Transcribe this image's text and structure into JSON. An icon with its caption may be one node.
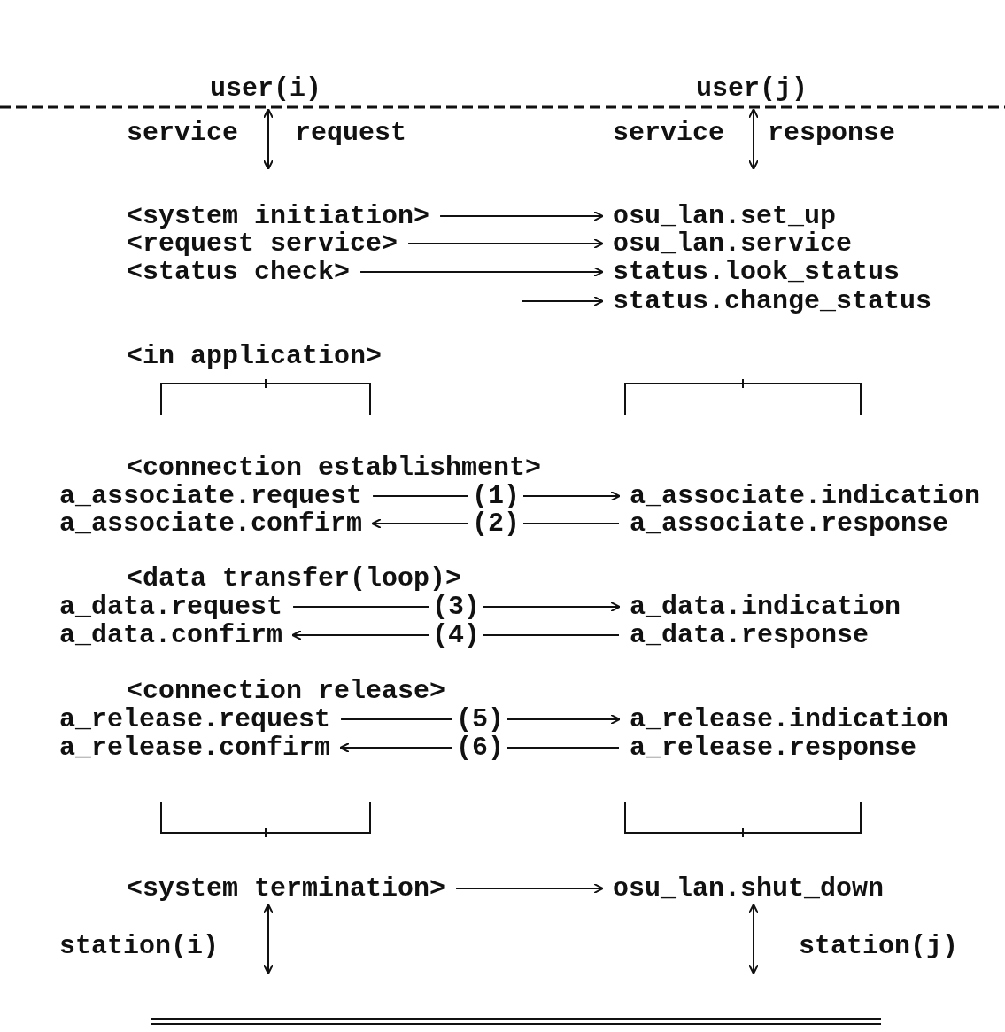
{
  "diagram": {
    "nodes": [
      {
        "text": [
          "<system initiation>"
        ]
      },
      {
        "text": [
          "osu_lan.set_up"
        ]
      },
      {
        "text": [
          "<request service>"
        ]
      },
      {
        "text": [
          "osu_lan.service"
        ]
      },
      {
        "text": [
          "<status check>"
        ]
      },
      {
        "text": [
          "status.look_status"
        ]
      },
      {
        "text": [
          "status.change_status"
        ]
      },
      {
        "text": [
          "a_associate.request"
        ]
      },
      {
        "text": [
          "a_associate.indication"
        ]
      },
      {
        "text": [
          "a_associate.confirm"
        ]
      },
      {
        "text": [
          "a_associate.response"
        ]
      },
      {
        "text": [
          "a_data.request"
        ]
      },
      {
        "text": [
          "a_data.indication"
        ]
      },
      {
        "text": [
          "a_data.confirm"
        ]
      },
      {
        "text": [
          "a_data.response"
        ]
      },
      {
        "text": [
          "a_release.request"
        ]
      },
      {
        "text": [
          "a_release.indication"
        ]
      },
      {
        "text": [
          "a_release.confirm"
        ]
      },
      {
        "text": [
          "a_release.response"
        ]
      },
      {
        "text": [
          "<system termination>"
        ]
      },
      {
        "text": [
          "osu_lan.shut_down"
        ]
      }
    ],
    "edges": [
      {
        "from": 0,
        "to": 1,
        "arrow": "to"
      },
      {
        "from": 2,
        "to": 3,
        "arrow": "to"
      },
      {
        "from": 4,
        "to": 5,
        "arrow": "to"
      },
      {
        "from": null,
        "to": 6,
        "arrow": "to"
      },
      {
        "from": 7,
        "to": 8,
        "arrow": "to",
        "label": "(1)"
      },
      {
        "from": 10,
        "to": 9,
        "arrow": "to",
        "label": "(2)"
      },
      {
        "from": 11,
        "to": 12,
        "arrow": "to",
        "label": "(3)"
      },
      {
        "from": 14,
        "to": 13,
        "arrow": "to",
        "label": "(4)"
      },
      {
        "from": 15,
        "to": 16,
        "arrow": "to",
        "label": "(5)"
      },
      {
        "from": 18,
        "to": 17,
        "arrow": "to",
        "label": "(6)"
      },
      {
        "from": 19,
        "to": 20,
        "arrow": "to"
      }
    ],
    "labels": [
      "user(i)",
      "user(j)",
      "service",
      "request",
      "service",
      "response",
      "<in application>",
      "<connection establishment>",
      "<data transfer(loop)>",
      "<connection release>",
      "station(i)",
      "station(j)"
    ]
  }
}
